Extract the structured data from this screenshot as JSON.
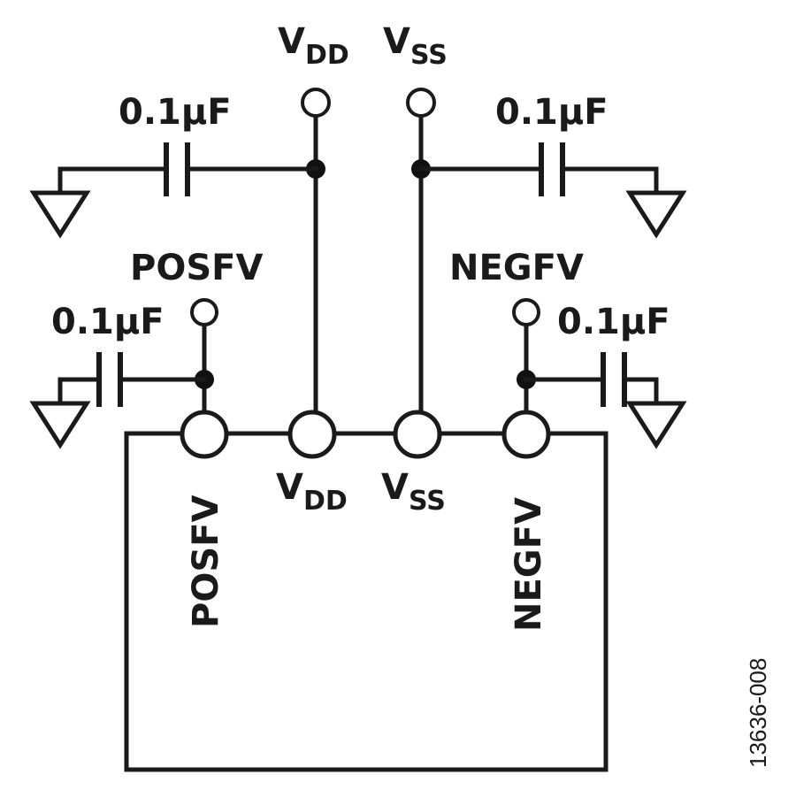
{
  "supply_labels": {
    "vdd": {
      "main": "V",
      "sub": "DD"
    },
    "vss": {
      "main": "V",
      "sub": "SS"
    }
  },
  "pin_labels": {
    "vdd": {
      "main": "V",
      "sub": "DD"
    },
    "vss": {
      "main": "V",
      "sub": "SS"
    },
    "posfv": "POSFV",
    "negfv": "NEGFV"
  },
  "terminal_labels": {
    "posfv": "POSFV",
    "negfv": "NEGFV"
  },
  "capacitors": {
    "vdd": "0.1µF",
    "vss": "0.1µF",
    "posfv": "0.1µF",
    "negfv": "0.1µF"
  },
  "figure_id": "13636-008"
}
